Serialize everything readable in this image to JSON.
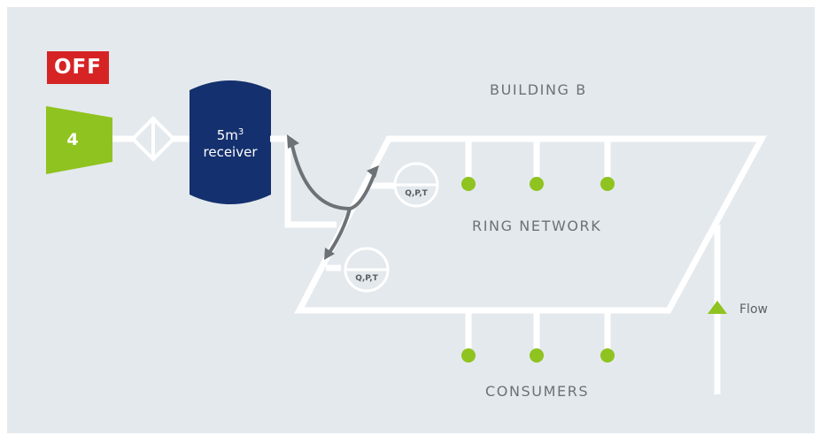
{
  "status_badge": "OFF",
  "compressor": {
    "number": "4"
  },
  "receiver": {
    "size": "5m",
    "size_sup": "3",
    "label": "receiver"
  },
  "labels": {
    "building": "BUILDING B",
    "ring_network": "RING NETWORK",
    "consumers": "CONSUMERS",
    "flow": "Flow"
  },
  "sensors": [
    {
      "label": "Q,P,T"
    },
    {
      "label": "Q,P,T"
    }
  ],
  "colors": {
    "background": "#e4e9ed",
    "pipe": "#ffffff",
    "off_badge": "#d62424",
    "compressor": "#8fc31f",
    "receiver": "#14306e",
    "consumer_dot": "#8fc31f",
    "arrow": "#6d7277"
  }
}
